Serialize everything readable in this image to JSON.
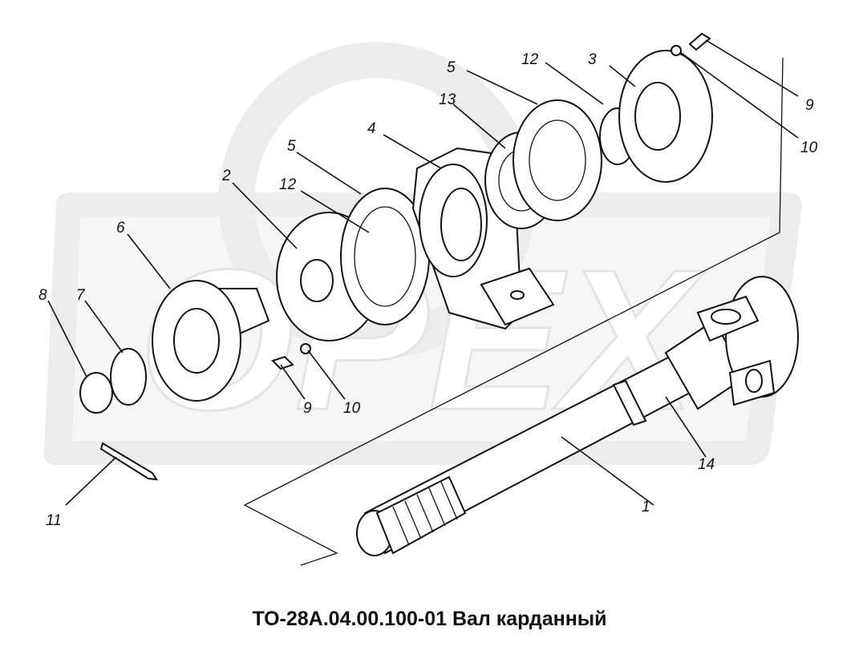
{
  "caption": "ТО-28А.04.00.100-01 Вал карданный",
  "watermark": "OPEX",
  "colors": {
    "watermark": "#e8e8e8",
    "ink": "#111111",
    "background": "#ffffff"
  },
  "callouts": [
    "1",
    "2",
    "3",
    "4",
    "5",
    "5",
    "6",
    "7",
    "8",
    "9",
    "9",
    "10",
    "10",
    "11",
    "12",
    "12",
    "13",
    "14"
  ]
}
